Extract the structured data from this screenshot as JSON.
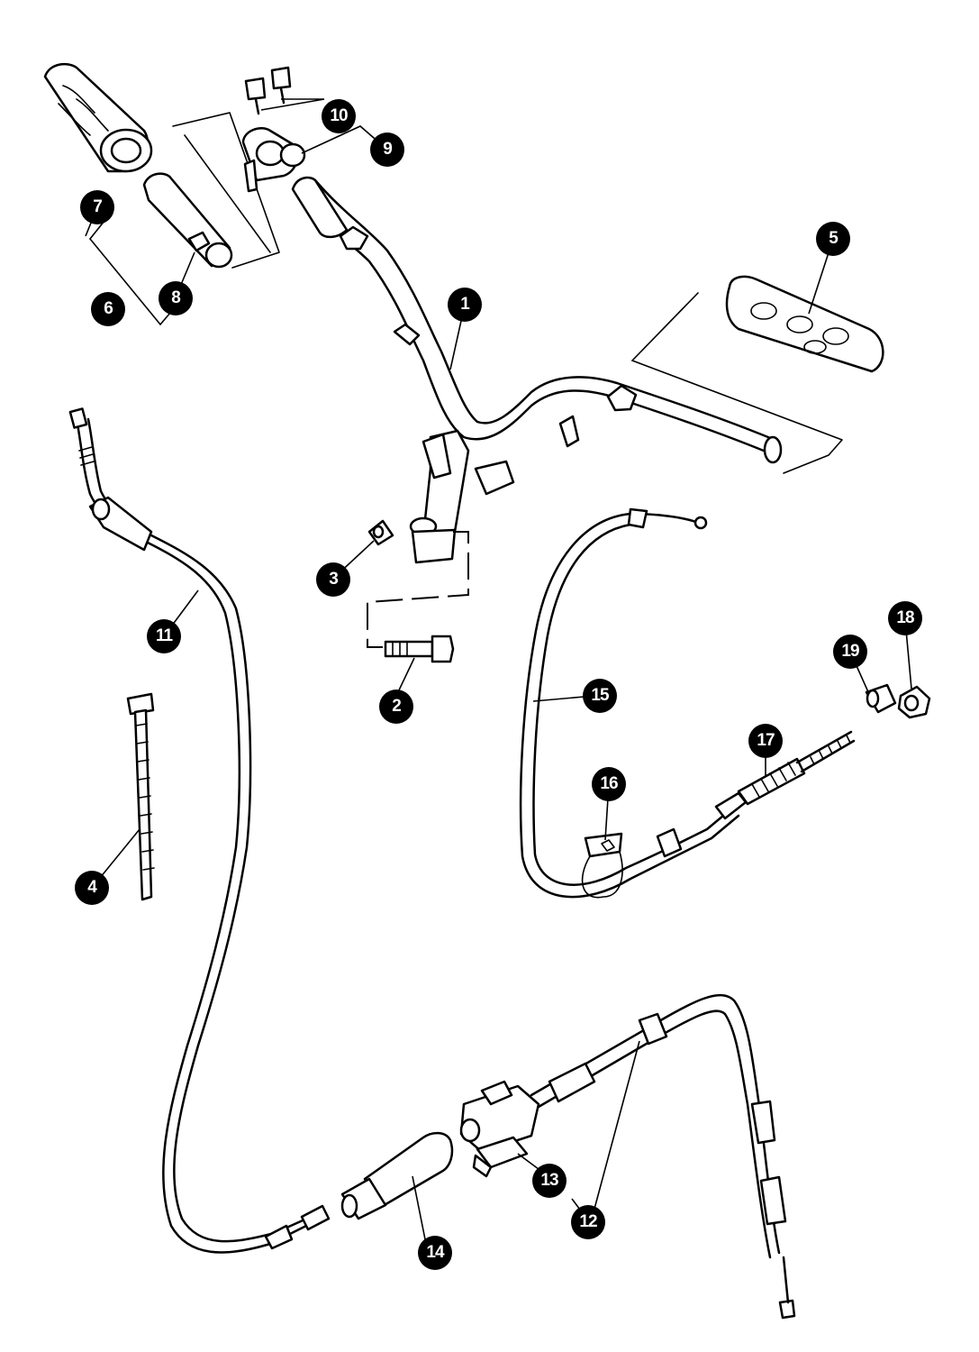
{
  "diagram": {
    "callouts": [
      {
        "id": "c1",
        "label": "1"
      },
      {
        "id": "c2",
        "label": "2"
      },
      {
        "id": "c3",
        "label": "3"
      },
      {
        "id": "c4",
        "label": "4"
      },
      {
        "id": "c5",
        "label": "5"
      },
      {
        "id": "c6",
        "label": "6"
      },
      {
        "id": "c7",
        "label": "7"
      },
      {
        "id": "c8",
        "label": "8"
      },
      {
        "id": "c9",
        "label": "9"
      },
      {
        "id": "c10",
        "label": "10"
      },
      {
        "id": "c11",
        "label": "11"
      },
      {
        "id": "c12",
        "label": "12"
      },
      {
        "id": "c13",
        "label": "13"
      },
      {
        "id": "c14",
        "label": "14"
      },
      {
        "id": "c15",
        "label": "15"
      },
      {
        "id": "c16",
        "label": "16"
      },
      {
        "id": "c17",
        "label": "17"
      },
      {
        "id": "c18",
        "label": "18"
      },
      {
        "id": "c19",
        "label": "19"
      }
    ],
    "colors": {
      "ink": "#000000",
      "paper": "#ffffff"
    }
  }
}
